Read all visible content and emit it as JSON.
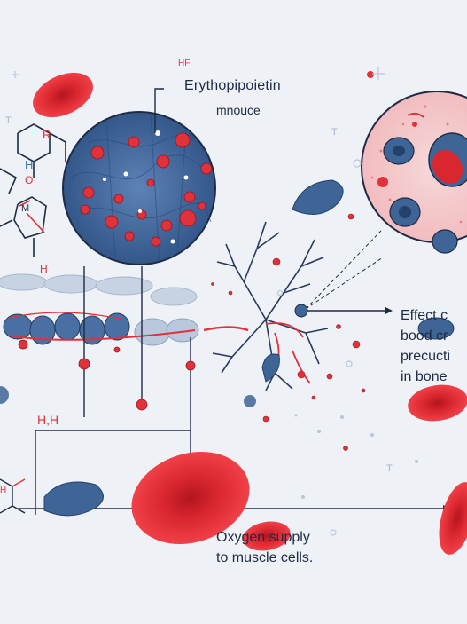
{
  "labels": {
    "hf": "HF",
    "title": "Erythopipoietin",
    "subtitle": "mnouce",
    "effect_lines": [
      "Effect c",
      "bood cr",
      "precucti",
      "in bone"
    ],
    "oxygen_lines": [
      "Oxygen supply",
      "to muscle cells."
    ],
    "h2": "H,H",
    "chem_r": "R",
    "chem_h": "H",
    "chem_o": "O",
    "chem_m": "M",
    "chem_h2": "H",
    "chem_h3": "H"
  },
  "marks": {
    "t1": "T",
    "t2": "T",
    "t3": "T"
  },
  "colors": {
    "background": "#eef1f5",
    "blood_red": "#e0323a",
    "cell_blue": "#3e6596",
    "ink": "#1f2a44"
  }
}
